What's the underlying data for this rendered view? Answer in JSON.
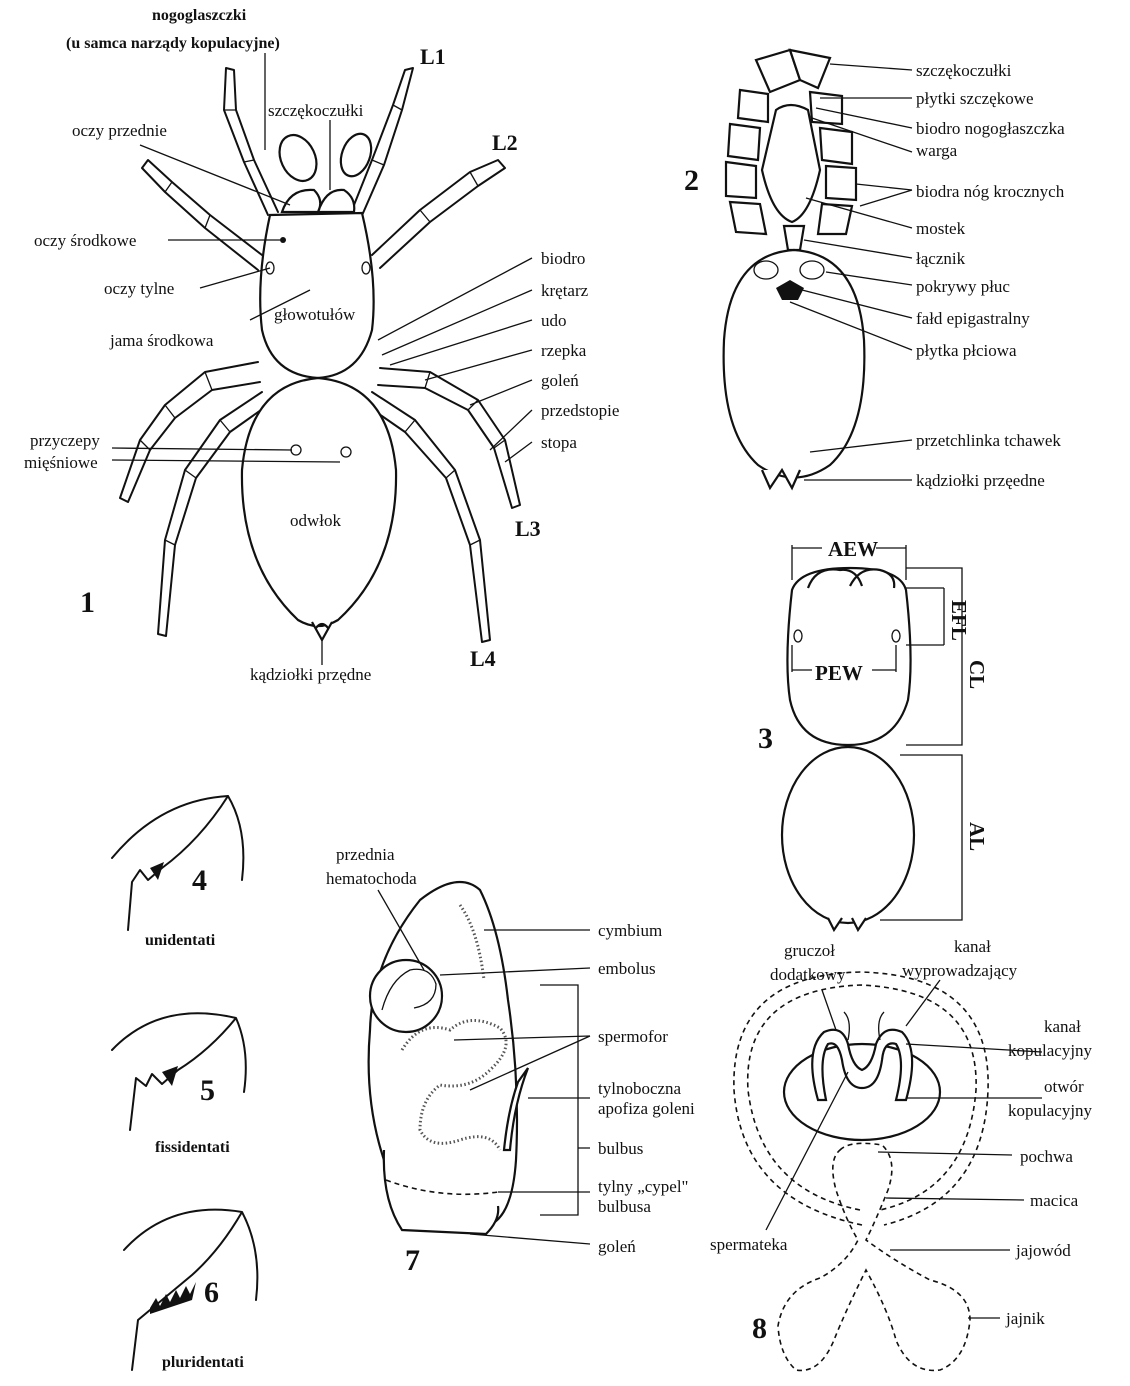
{
  "figures": {
    "fig1": {
      "number": "1",
      "labels": {
        "nogoglaszczki_1": "nogoglaszczki",
        "nogoglaszczki_2": "(u samca narządy kopulacyjne)",
        "szczekoczulki": "szczękoczułki",
        "oczy_przednie": "oczy przednie",
        "oczy_srodkowe": "oczy środkowe",
        "oczy_tylne": "oczy tylne",
        "jama_srodkowa": "jama środkowa",
        "glowotulow": "głowotułów",
        "biodro": "biodro",
        "kretarz": "krętarz",
        "udo": "udo",
        "rzepka": "rzepka",
        "golen": "goleń",
        "przedstopie": "przedstopie",
        "stopa": "stopa",
        "przyczepy_1": "przyczepy",
        "przyczepy_2": "mięśniowe",
        "odwlok": "odwłok",
        "kadziolki": "kądziołki przędne"
      },
      "legs": {
        "l1": "L1",
        "l2": "L2",
        "l3": "L3",
        "l4": "L4"
      }
    },
    "fig2": {
      "number": "2",
      "labels": {
        "szczekoczulki": "szczękoczułki",
        "plytki": "płytki szczękowe",
        "biodro_nogo": "biodro nogogłaszczka",
        "warga": "warga",
        "biodra_nog": "biodra nóg krocznych",
        "mostek": "mostek",
        "lacznik": "łącznik",
        "pokrywy": "pokrywy płuc",
        "fald": "fałd epigastralny",
        "plytka": "płytka płciowa",
        "przetchlinka": "przetchlinka tchawek",
        "kadziolki": "kądziołki przęedne"
      }
    },
    "fig3": {
      "number": "3",
      "labels": {
        "aew": "AEW",
        "pew": "PEW",
        "efl": "EFL",
        "cl": "CL",
        "al": "AL"
      }
    },
    "fig4": {
      "number": "4",
      "caption": "unidentati"
    },
    "fig5": {
      "number": "5",
      "caption": "fissidentati"
    },
    "fig6": {
      "number": "6",
      "caption": "pluridentati"
    },
    "fig7": {
      "number": "7",
      "labels": {
        "hemato_1": "przednia",
        "hemato_2": "hematochoda",
        "cymbium": "cymbium",
        "embolus": "embolus",
        "spermofor": "spermofor",
        "apofiza_1": "tylnoboczna",
        "apofiza_2": "apofiza goleni",
        "bulbus": "bulbus",
        "cypel_1": "tylny „cypel\"",
        "cypel_2": "bulbusa",
        "golen": "goleń"
      }
    },
    "fig8": {
      "number": "8",
      "labels": {
        "gruczol_1": "gruczoł",
        "gruczol_2": "dodatkowy",
        "kanal_wyp_1": "kanał",
        "kanal_wyp_2": "wyprowadzający",
        "kanal_kop_1": "kanał",
        "kanal_kop_2": "kopulacyjny",
        "otwor_1": "otwór",
        "otwor_2": "kopulacyjny",
        "pochwa": "pochwa",
        "macica": "macica",
        "spermateka": "spermateka",
        "jajowod": "jajowód",
        "jajnik": "jajnik"
      }
    }
  }
}
